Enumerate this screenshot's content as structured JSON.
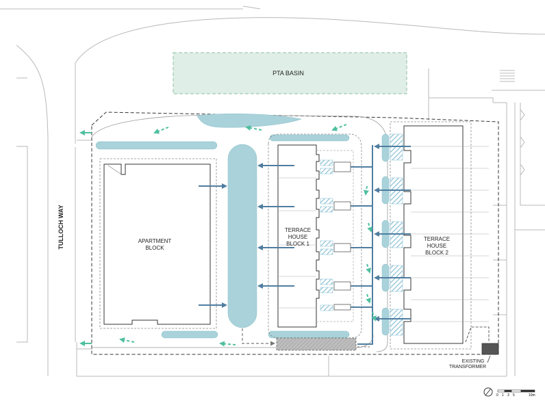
{
  "labels": {
    "pta_basin": "PTA BASIN",
    "street": "TULLOCH WAY",
    "apartment_line1": "APARTMENT",
    "apartment_line2": "BLOCK",
    "th1_line1": "TERRACE",
    "th1_line2": "HOUSE",
    "th1_line3": "BLOCK 1",
    "th2_line1": "TERRACE",
    "th2_line2": "HOUSE",
    "th2_line3": "BLOCK 2",
    "transformer_line1": "EXISTING",
    "transformer_line2": "TRANSFORMER"
  },
  "scale_bar": {
    "ticks": [
      "0",
      "1",
      "3",
      "5",
      "10m"
    ]
  },
  "colors": {
    "linework": "#9a9a9a",
    "boundary": "#333333",
    "basin_fill": "#dfeee6",
    "swale_fill": "#a9d2da",
    "pipe_arrow": "#4f7da0",
    "overland_arrow": "#4fbf9f",
    "hatch": "#7fbad0",
    "transformer": "#555555"
  },
  "icons": {
    "north_arrow": "north-arrow-icon"
  }
}
